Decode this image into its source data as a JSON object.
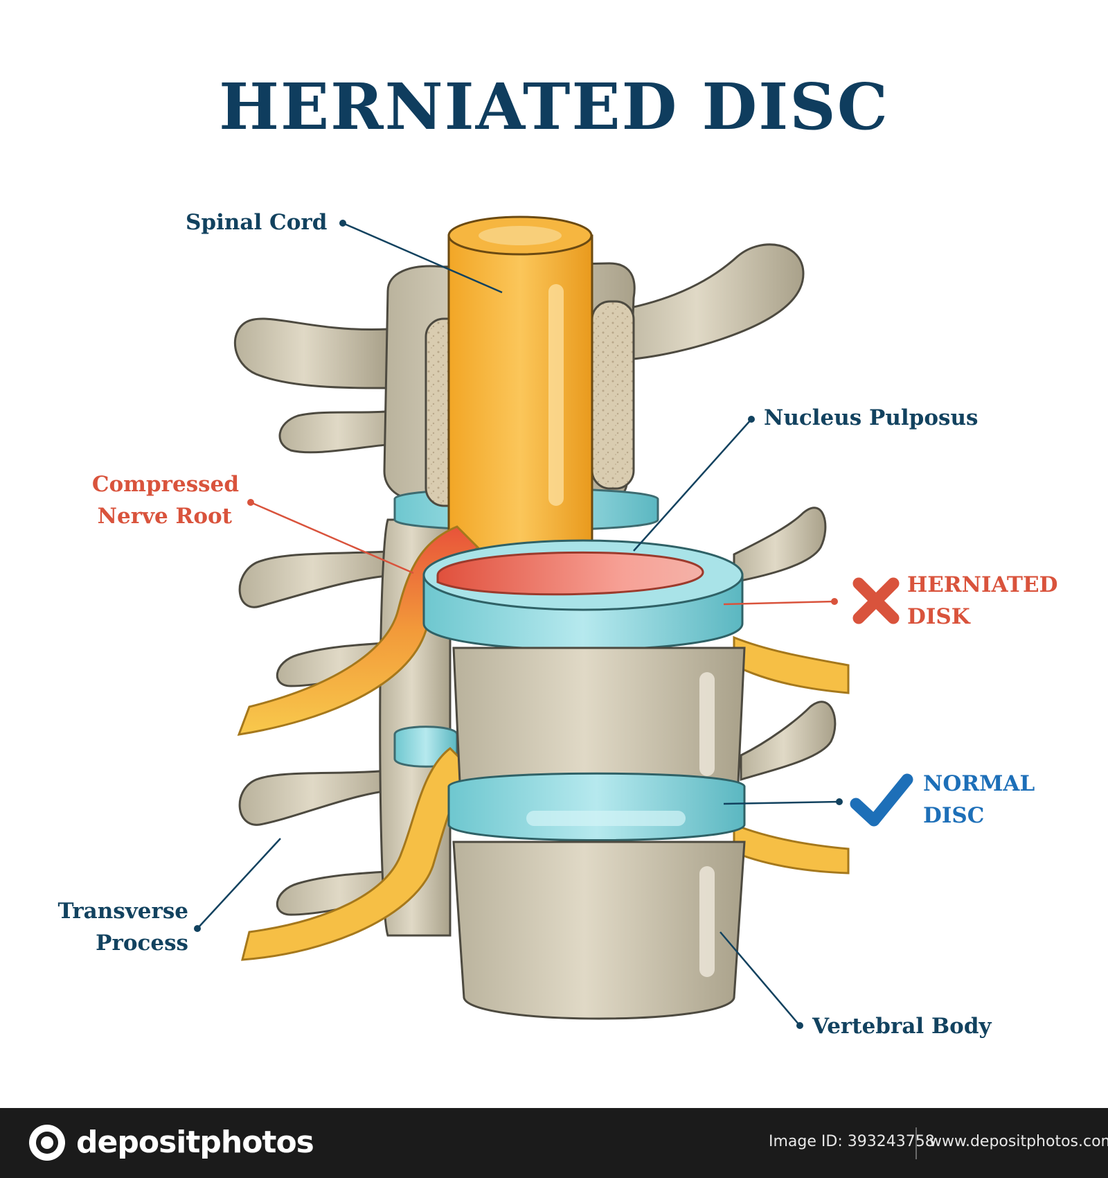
{
  "title": "HERNIATED DISC",
  "labels": {
    "spinal_cord": "Spinal Cord",
    "nucleus_pulposus": "Nucleus Pulposus",
    "compressed_nerve_root_line1": "Compressed",
    "compressed_nerve_root_line2": "Nerve Root",
    "herniated_disk_line1": "HERNIATED",
    "herniated_disk_line2": "DISK",
    "normal_disc_line1": "NORMAL",
    "normal_disc_line2": "DISC",
    "transverse_process_line1": "Transverse",
    "transverse_process_line2": "Process",
    "vertebral_body": "Vertebral Body"
  },
  "footer": {
    "brand": "depositphotos",
    "image_id": "Image ID: 393243758",
    "site": "www.depositphotos.com"
  },
  "watermark": "depositphotos",
  "colors": {
    "title": "#0f3d5e",
    "label_dark": "#12425f",
    "label_red": "#d9533c",
    "label_blue": "#1d6fb8",
    "bone": "#cfc7b3",
    "disc": "#8fd3d8",
    "nerve": "#f6b93b",
    "spinal_cord": "#f4a72d",
    "nucleus": "#e8604c"
  }
}
